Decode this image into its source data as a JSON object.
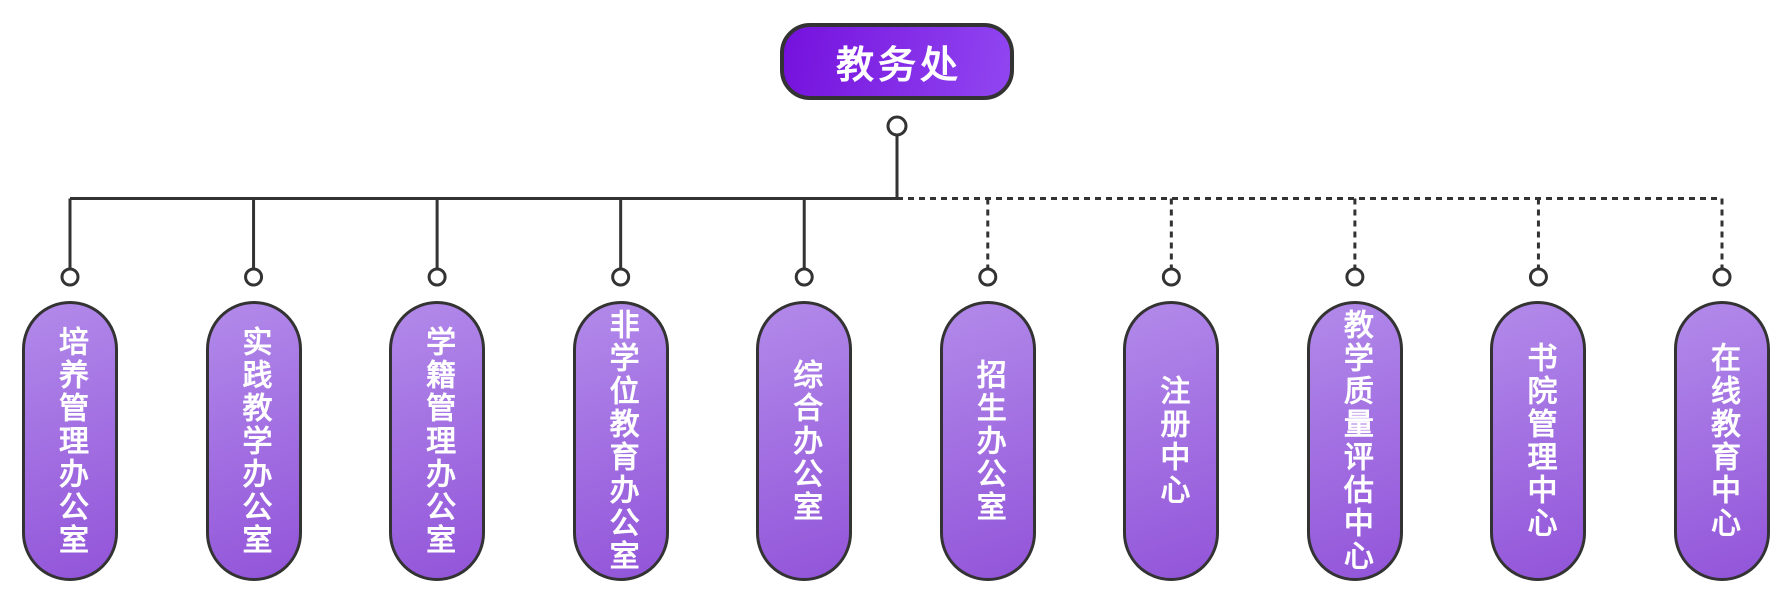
{
  "diagram": {
    "type": "org-chart",
    "root": {
      "label": "教务处",
      "connector": "solid"
    },
    "children": [
      {
        "label": "培养管理办公室",
        "connector": "solid"
      },
      {
        "label": "实践教学办公室",
        "connector": "solid"
      },
      {
        "label": "学籍管理办公室",
        "connector": "solid"
      },
      {
        "label": "非学位教育办公室",
        "connector": "solid"
      },
      {
        "label": "综合办公室",
        "connector": "solid"
      },
      {
        "label": "招生办公室",
        "connector": "dashed"
      },
      {
        "label": "注册中心",
        "connector": "dashed"
      },
      {
        "label": "教学质量评估中心",
        "connector": "dashed"
      },
      {
        "label": "书院管理中心",
        "connector": "dashed"
      },
      {
        "label": "在线教育中心",
        "connector": "dashed"
      }
    ],
    "rail": {
      "left_style": "solid",
      "right_style": "dashed"
    }
  },
  "colors": {
    "background": "#ffffff",
    "line": "#333333",
    "node_text": "#ffffff",
    "root_gradient_start": "#7511dd",
    "root_gradient_end": "#9146f1",
    "child_gradient_start": "#b28aea",
    "child_gradient_end": "#9254d9",
    "dot_fill": "#ffffff"
  }
}
